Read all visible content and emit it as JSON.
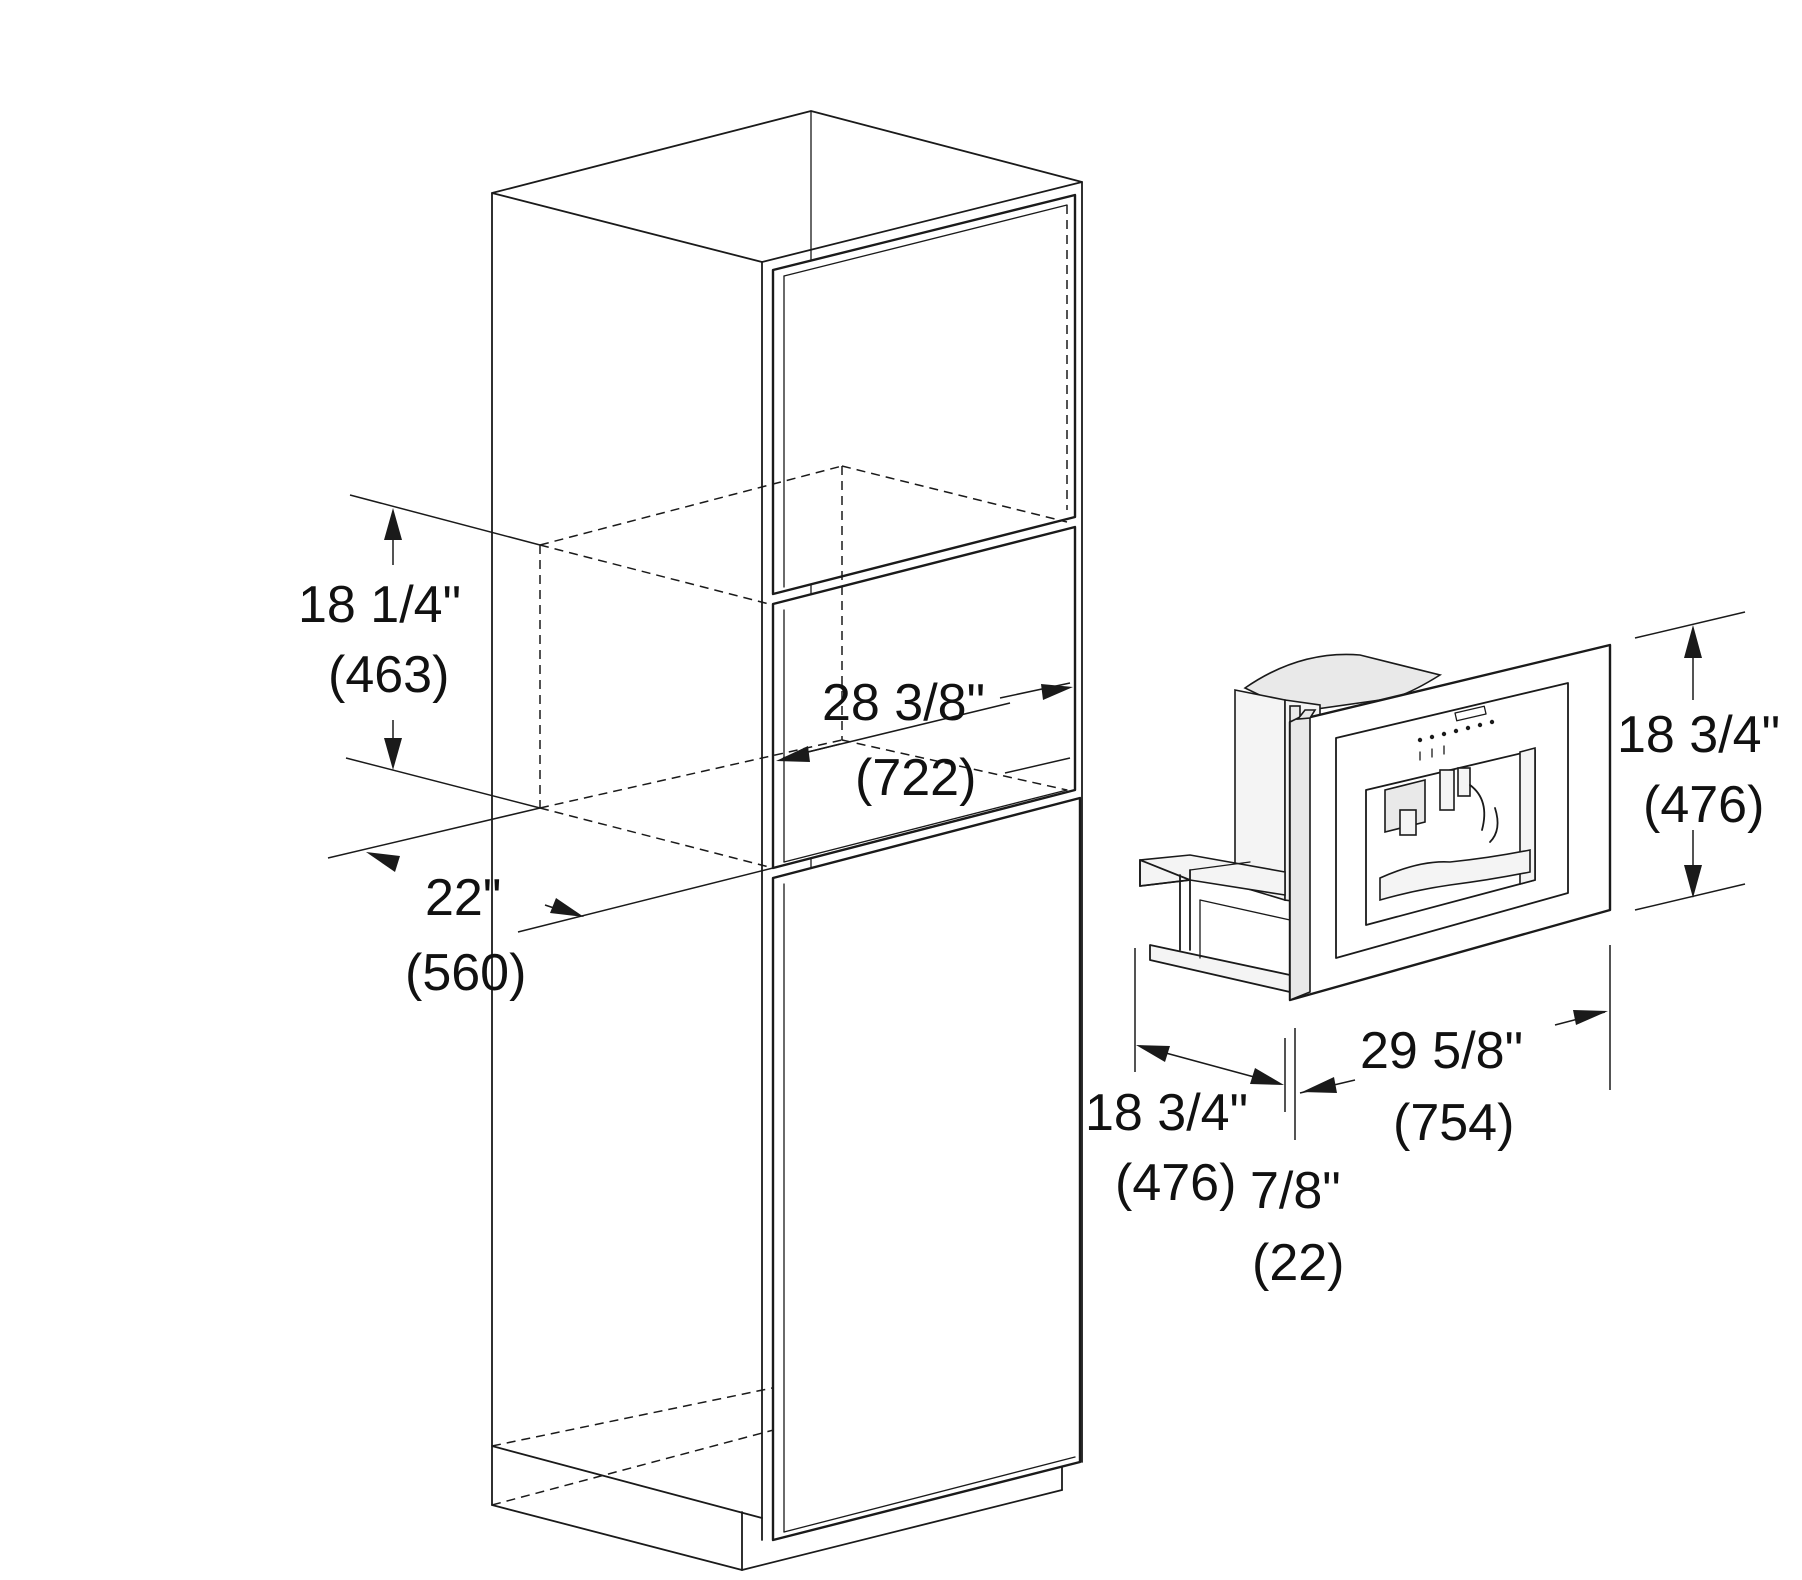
{
  "dimensions": {
    "cutout_height": {
      "imperial": "18 1/4\"",
      "metric": "(463)"
    },
    "cutout_width": {
      "imperial": "28 3/8\"",
      "metric": "(722)"
    },
    "cutout_depth": {
      "imperial": "22\"",
      "metric": "(560)"
    },
    "appliance_height": {
      "imperial": "18 3/4\"",
      "metric": "(476)"
    },
    "appliance_width": {
      "imperial": "29 5/8\"",
      "metric": "(754)"
    },
    "appliance_depth": {
      "imperial": "18 3/4\"",
      "metric": "(476)"
    },
    "frame_thickness": {
      "imperial": "7/8\"",
      "metric": "(22)"
    }
  }
}
